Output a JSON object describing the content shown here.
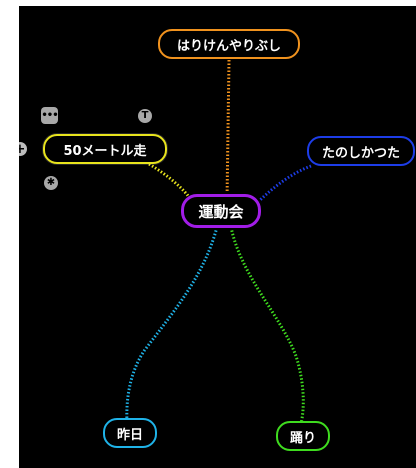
{
  "colors": {
    "canvas": "#000000",
    "root_border": "#a21de8",
    "top": "#f0921e",
    "right": "#1d3de8",
    "left": "#e8e41d",
    "bottom_left": "#1fb3e8",
    "bottom_right": "#3fdc1f",
    "tool_fill": "#a8a8a8"
  },
  "mindmap": {
    "root": {
      "label": "運動会"
    },
    "branches": [
      {
        "id": "top",
        "label": "はりけんやりぶし"
      },
      {
        "id": "right",
        "label": "たのしかつた"
      },
      {
        "id": "left",
        "label": "50メートル走"
      },
      {
        "id": "bottom_left",
        "label": "昨日"
      },
      {
        "id": "bottom_right",
        "label": "踊り"
      }
    ]
  },
  "node_tools": {
    "more": {
      "icon": "more-icon",
      "glyph": "•••"
    },
    "top_handle": {
      "icon": "top-connector-icon",
      "glyph": "T"
    },
    "add": {
      "icon": "add-icon",
      "glyph": "+"
    },
    "bottom_handle": {
      "icon": "asterisk-icon",
      "glyph": "✱"
    }
  }
}
